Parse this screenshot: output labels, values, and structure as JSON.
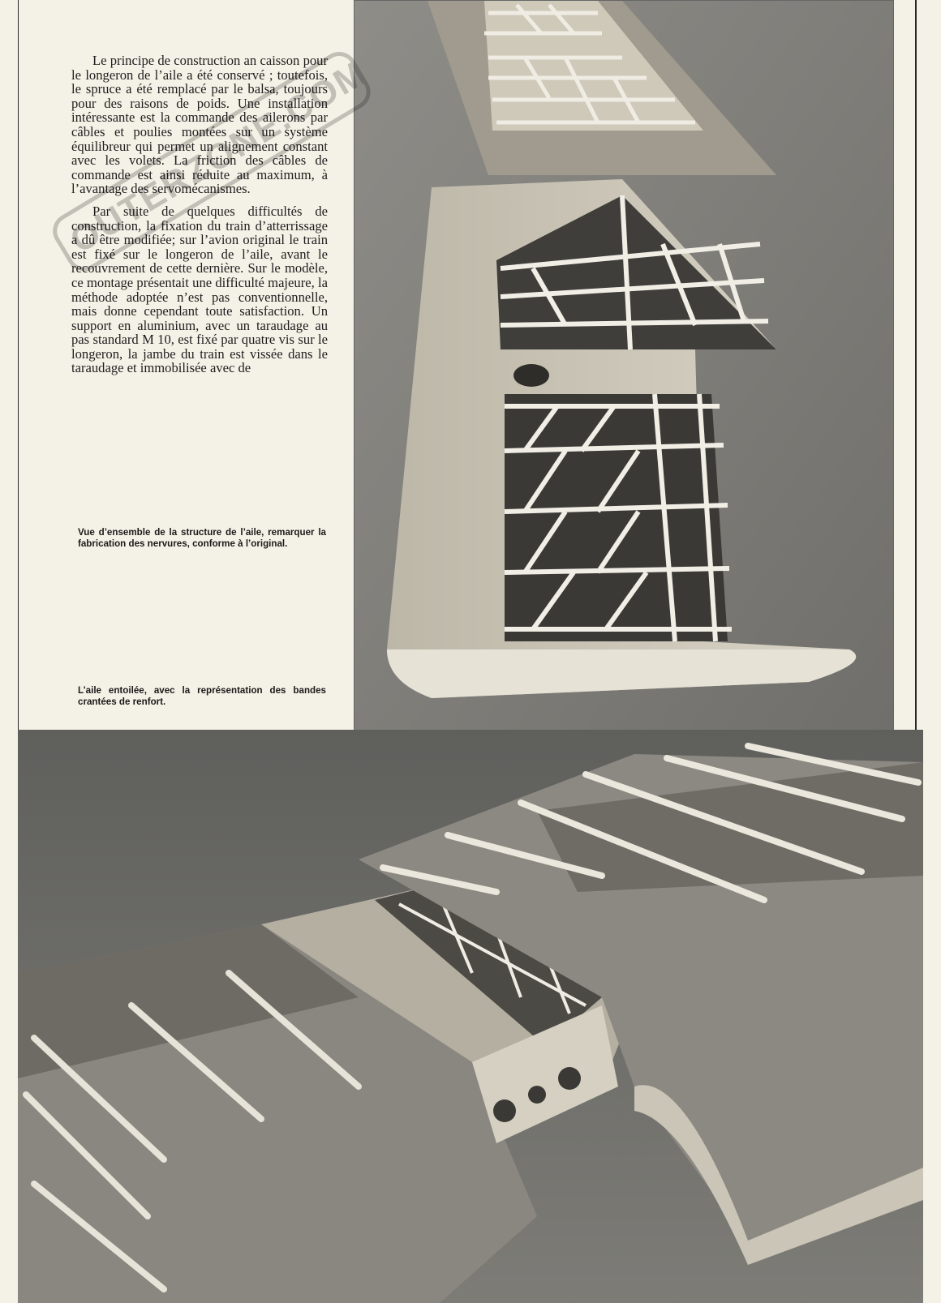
{
  "article": {
    "paragraphs": [
      "Le principe de construction an caisson pour le longeron de l’aile a été conservé ; toutefois, le spruce a été remplacé par le balsa, toujours pour des raisons de poids. Une installation intéressante est la commande des ailerons par câbles et poulies montées sur un système équilibreur qui permet un alignement constant avec les volets. La friction des câbles de commande est ainsi réduite au maximum, à l’avantage des servomécanismes.",
      "Par suite de quelques difficultés de construction, la fixation du train d’atterrissage a dû être modifiée; sur l’avion original le train est fixé sur le longeron de l’aile, avant le recouvrement de cette dernière. Sur le modèle, ce montage présentait une difficulté majeure, la méthode adoptée n’est pas conventionnelle, mais donne cependant toute satisfaction. Un support en aluminium, avec un taraudage au pas standard M 10, est fixé par quatre vis sur le longeron, la jambe du train est vissée dans le taraudage et immobilisée avec de"
    ]
  },
  "captions": {
    "structure": "Vue d’ensemble de la structure de l’aile, remarquer la fabrication des nervures, conforme à l’original.",
    "covered": "L’aile entoilée, avec la représentation des bandes crantées de renfort."
  },
  "watermark": "OUTERZONE.COM"
}
